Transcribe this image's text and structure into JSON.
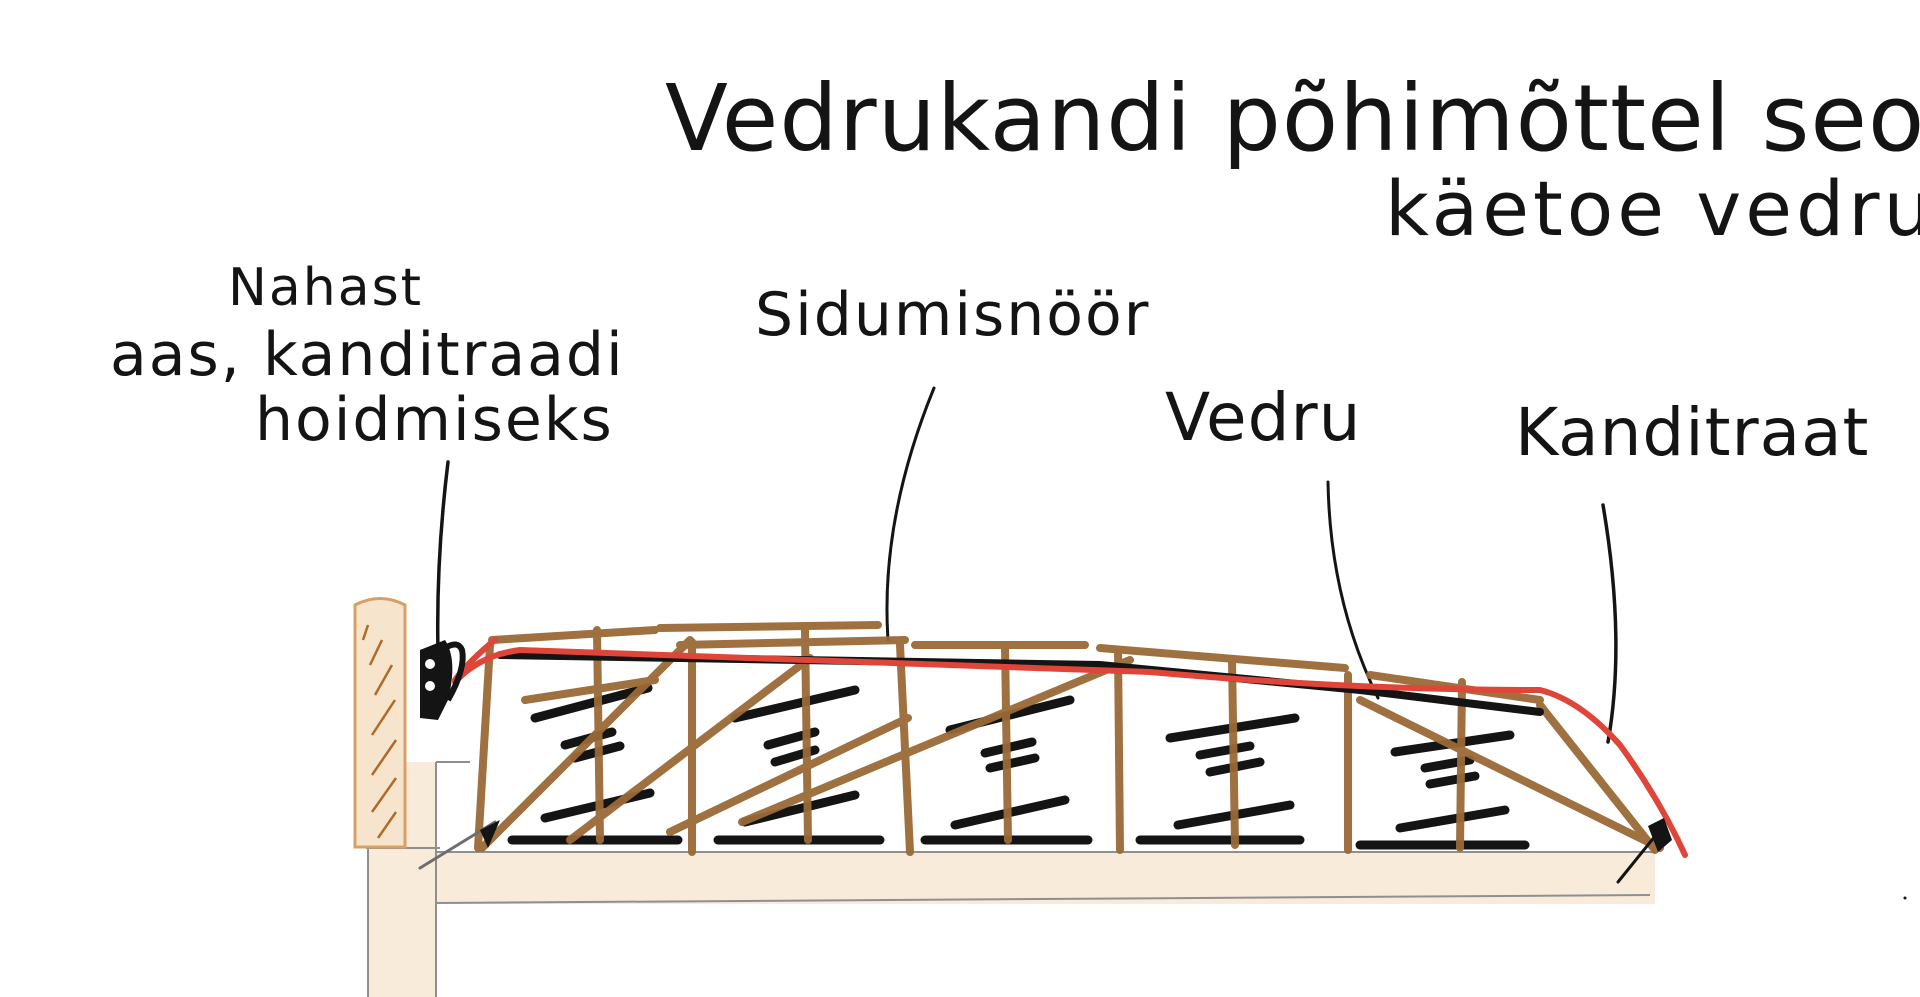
{
  "title": {
    "line1": "Vedrukandi põhimõttel seotud",
    "line2": "käetoe vedrud."
  },
  "labels": {
    "loop_line1": "Nahast",
    "loop_line2": "aas, kanditraadi",
    "loop_line3": "hoidmiseks",
    "tie_cord": "Sidumisnöör",
    "spring": "Vedru",
    "edge_wire": "Kanditraat"
  },
  "colors": {
    "ink": "#141414",
    "twine": "#9a6a36",
    "edge_wire": "#e0453a",
    "wood_fill": "#f7e4cc",
    "wood_edge": "#d9a066",
    "frame_line": "#8f8f8f"
  }
}
